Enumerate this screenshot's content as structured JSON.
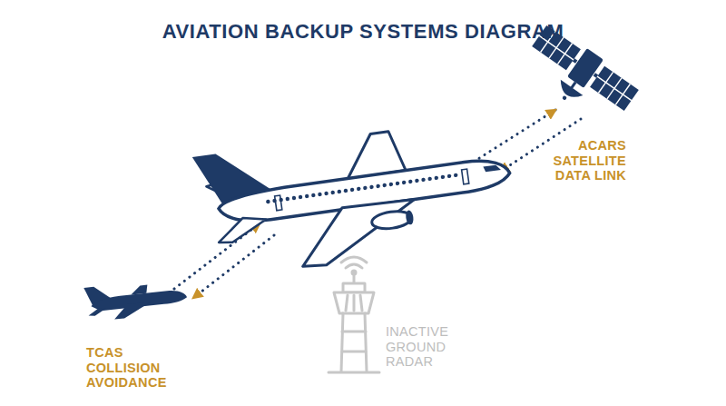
{
  "diagram": {
    "title": "AVIATION BACKUP SYSTEMS DIAGRAM",
    "nodes": [
      {
        "text": [
          "ACARS SATELLITE DATA LINK"
        ]
      },
      {
        "text": [
          "INACTIVE GROUND RADAR"
        ]
      },
      {
        "text": [
          "TCAS COLLISION AVOIDANCE"
        ]
      }
    ]
  }
}
